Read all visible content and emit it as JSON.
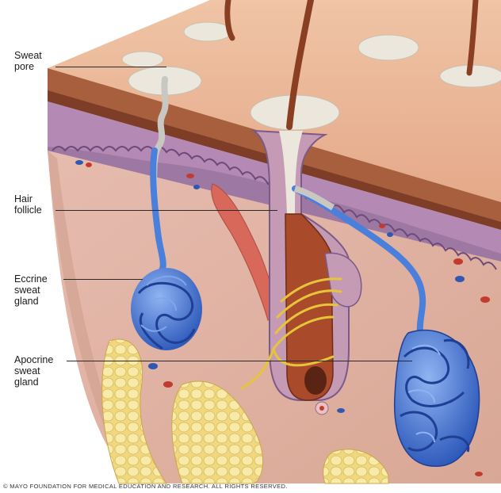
{
  "labels": {
    "sweat_pore": "Sweat\npore",
    "hair_follicle": "Hair\nfollicle",
    "eccrine_gland": "Eccrine\nsweat\ngland",
    "apocrine_gland": "Apocrine\nsweat\ngland"
  },
  "credit": "© MAYO FOUNDATION FOR MEDICAL EDUCATION AND RESEARCH. ALL RIGHTS RESERVED.",
  "colors": {
    "epidermis_top": "#e7b394",
    "stratum_corneum": "#9e5a3a",
    "basal_layer": "#a27ba8",
    "dermis": "#e3b7a8",
    "fat": "#f1dc8c",
    "sweat_gland": "#3d74d6",
    "nerve": "#e7c93b",
    "hair": "#8a3f22",
    "muscle": "#d8685a"
  }
}
